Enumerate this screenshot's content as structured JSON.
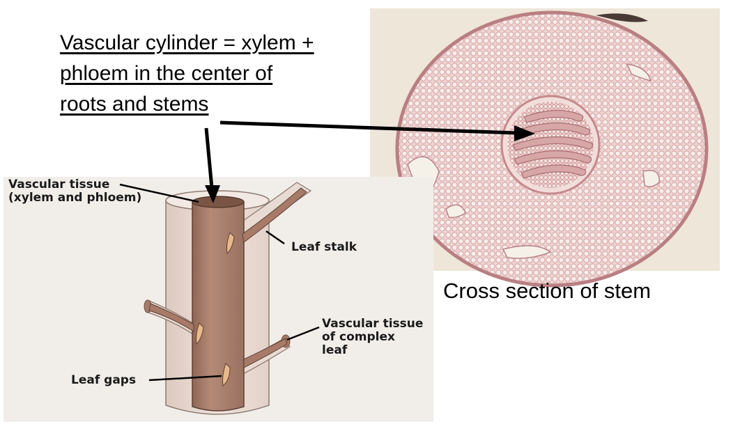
{
  "title_lines": [
    "Vascular cylinder = xylem +",
    "phloem in the center of",
    "roots and stems"
  ],
  "caption": "Cross section of stem",
  "labels": {
    "vascular_tissue": [
      "Vascular tissue",
      "(xylem and phloem)"
    ],
    "leaf_stalk": "Leaf stalk",
    "vascular_leaf": [
      "Vascular tissue",
      "of complex",
      "leaf"
    ],
    "leaf_gaps": "Leaf gaps"
  },
  "colors": {
    "diagram_bg": "#f1eeea",
    "outer_cortex": "#e7d8cf",
    "vascular_cylinder": "#a77b68",
    "micrograph_bg": "#efe8dc",
    "micrograph_tissue": "#e2b8b6"
  }
}
